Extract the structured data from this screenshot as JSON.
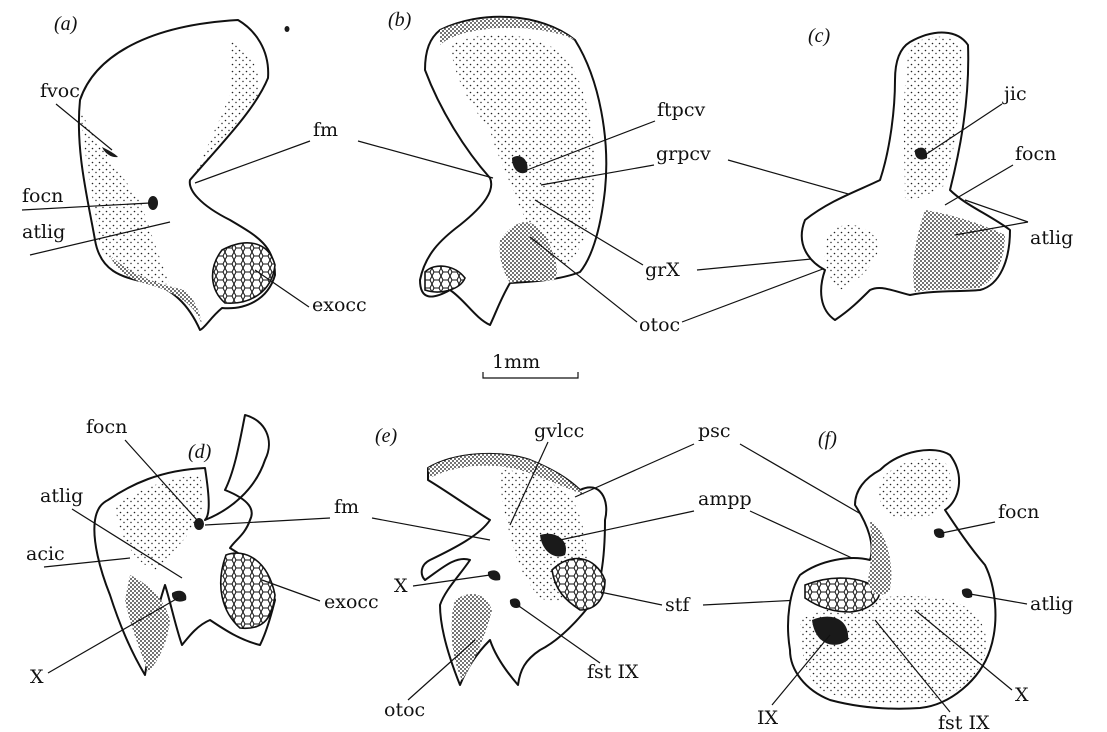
{
  "panels": {
    "a": "(a)",
    "b": "(b)",
    "c": "(c)",
    "d": "(d)",
    "e": "(e)",
    "f": "(f)"
  },
  "scale_bar": "1mm",
  "labels": {
    "a": [
      "fvoc",
      "fm",
      "focn",
      "atlig",
      "exocc"
    ],
    "b": [
      "ftpcv",
      "grpcv",
      "grX",
      "otoc"
    ],
    "c": [
      "jic",
      "focn",
      "atlig"
    ],
    "d": [
      "focn",
      "fm",
      "atlig",
      "acic",
      "X",
      "exocc"
    ],
    "e": [
      "gvlcc",
      "psc",
      "ampp",
      "X",
      "stf",
      "fst IX",
      "otoc"
    ],
    "f": [
      "focn",
      "atlig",
      "IX",
      "fst IX",
      "X"
    ]
  }
}
